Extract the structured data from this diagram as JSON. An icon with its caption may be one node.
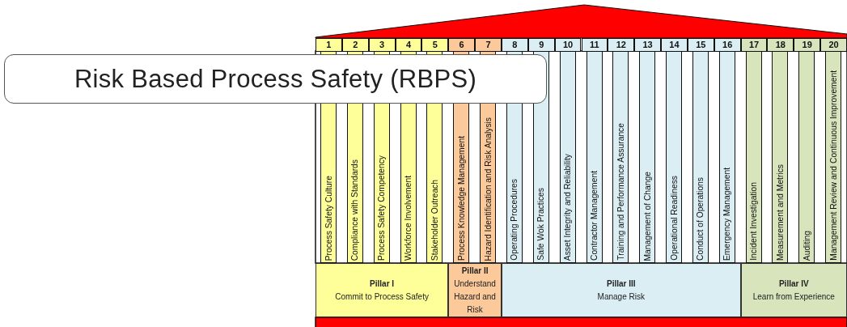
{
  "diagram": {
    "title": "Risk Based Process Safety (RBPS)",
    "nodes": [
      {
        "text": [
          "Process Safety Culture"
        ]
      },
      {
        "text": [
          "Compliance with Standards"
        ]
      },
      {
        "text": [
          "Process Safety Competency"
        ]
      },
      {
        "text": [
          "Workforce Involvement"
        ]
      },
      {
        "text": [
          "Stakeholder Outreach"
        ]
      },
      {
        "text": [
          "Process Knowledge Management"
        ]
      },
      {
        "text": [
          "Hazard Identification and Risk Analysis"
        ]
      },
      {
        "text": [
          "Operating Procedures"
        ]
      },
      {
        "text": [
          "Safe Wok Practices"
        ]
      },
      {
        "text": [
          "Asset Integrity and Reliability"
        ]
      },
      {
        "text": [
          "Contractor Management"
        ]
      },
      {
        "text": [
          "Training and Performance Assurance"
        ]
      },
      {
        "text": [
          "Management of Change"
        ]
      },
      {
        "text": [
          "Operational Readiness"
        ]
      },
      {
        "text": [
          "Conduct of Operations"
        ]
      },
      {
        "text": [
          "Emergency Management"
        ]
      },
      {
        "text": [
          "Incident Investigation"
        ]
      },
      {
        "text": [
          "Measurement and Metrics"
        ]
      },
      {
        "text": [
          "Auditing"
        ]
      },
      {
        "text": [
          "Management Review and Continuous Improvement"
        ]
      },
      {
        "text": [
          "Pillar I",
          "Commit to Process Safety"
        ]
      },
      {
        "text": [
          "Pillar II",
          "Understand Hazard and Risk"
        ]
      },
      {
        "text": [
          "Pillar III",
          "Manage Risk"
        ]
      },
      {
        "text": [
          "Pillar IV",
          "Learn from Experience"
        ]
      }
    ],
    "labels": [
      "1",
      "2",
      "3",
      "4",
      "5",
      "6",
      "7",
      "8",
      "9",
      "10",
      "11",
      "12",
      "13",
      "14",
      "15",
      "16",
      "17",
      "18",
      "19",
      "20"
    ]
  }
}
